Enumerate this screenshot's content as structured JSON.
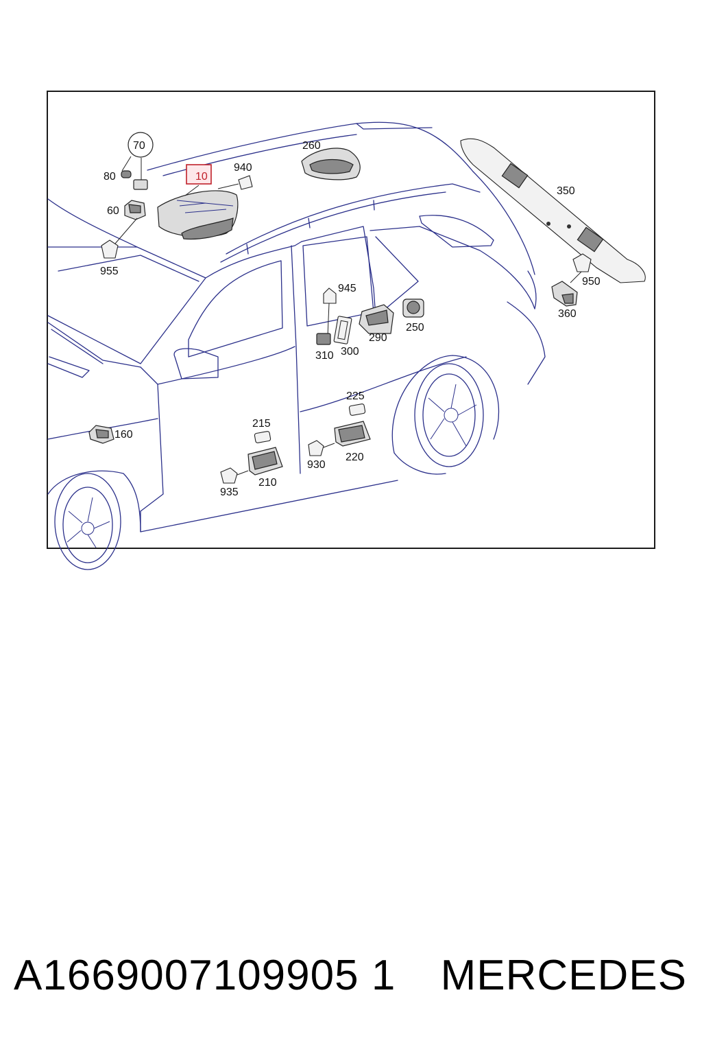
{
  "diagram": {
    "callouts": {
      "c70": "70",
      "c80": "80",
      "c60": "60",
      "c955": "955",
      "c10": "10",
      "c940": "940",
      "c260": "260",
      "c350": "350",
      "c950": "950",
      "c360": "360",
      "c945": "945",
      "c310": "310",
      "c300": "300",
      "c290": "290",
      "c250": "250",
      "c160": "160",
      "c225": "225",
      "c215": "215",
      "c930": "930",
      "c220": "220",
      "c935": "935",
      "c210": "210"
    },
    "highlighted_callout": "10",
    "highlight_color": "#c0212a",
    "line_color": "#2a2f8a"
  },
  "footer": {
    "part_number": "A1669007109905 1",
    "brand": "MERCEDES"
  }
}
